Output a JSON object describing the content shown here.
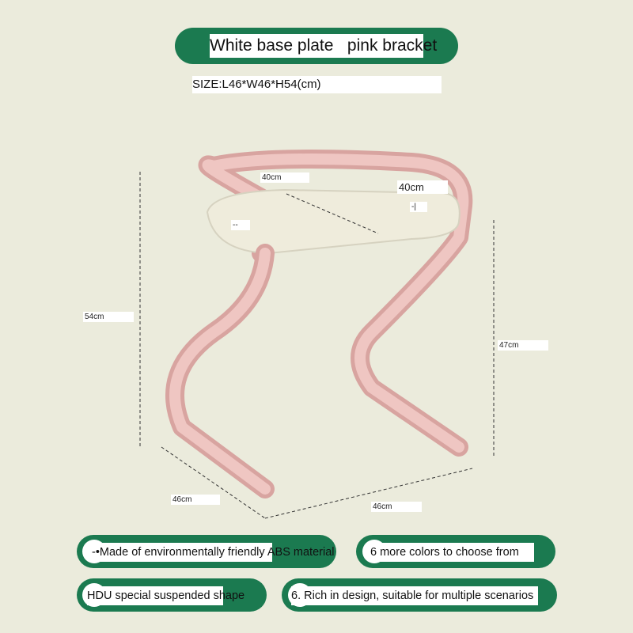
{
  "header": {
    "title": "White base plate   pink bracket",
    "size": "SIZE:L46*W46*H54(cm)"
  },
  "dimensions": {
    "seat_depth": "40cm",
    "seat_width": "40cm",
    "seat_side": "--",
    "seat_mark": "-|",
    "total_height": "54cm",
    "leg_height": "47cm",
    "base_depth": "46cm",
    "base_width": "46cm"
  },
  "features": [
    {
      "label": "-•Made of environmentally friendly ABS material"
    },
    {
      "label": "6 more colors to choose from"
    },
    {
      "label": "HDU special suspended shape"
    },
    {
      "label": "6. Rich in design, suitable for multiple scenarios"
    }
  ],
  "colors": {
    "accent": "#1b7a50",
    "frame": "#e8b8b4",
    "background": "#ebebdc"
  }
}
